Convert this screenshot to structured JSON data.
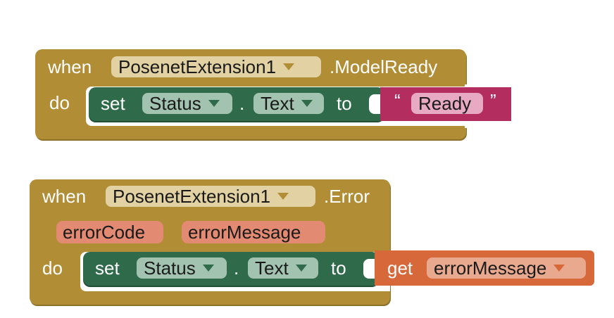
{
  "blocks": [
    {
      "when_label": "when",
      "component": "PosenetExtension1",
      "event": ".ModelReady",
      "do_label": "do",
      "setter": {
        "set_label": "set",
        "component": "Status",
        "dot": ".",
        "property": "Text",
        "to_label": "to"
      },
      "value": {
        "open_quote": "“",
        "text": "Ready",
        "close_quote": "”"
      }
    },
    {
      "when_label": "when",
      "component": "PosenetExtension1",
      "event": ".Error",
      "params": [
        "errorCode",
        "errorMessage"
      ],
      "do_label": "do",
      "setter": {
        "set_label": "set",
        "component": "Status",
        "dot": ".",
        "property": "Text",
        "to_label": "to"
      },
      "value": {
        "get_label": "get",
        "variable": "errorMessage"
      }
    }
  ],
  "colors": {
    "event_block": "#b18e35",
    "setter_block": "#2f6b4a",
    "text_block": "#b32d5e",
    "get_block": "#d7683a",
    "param_chip": "#e28a72"
  }
}
